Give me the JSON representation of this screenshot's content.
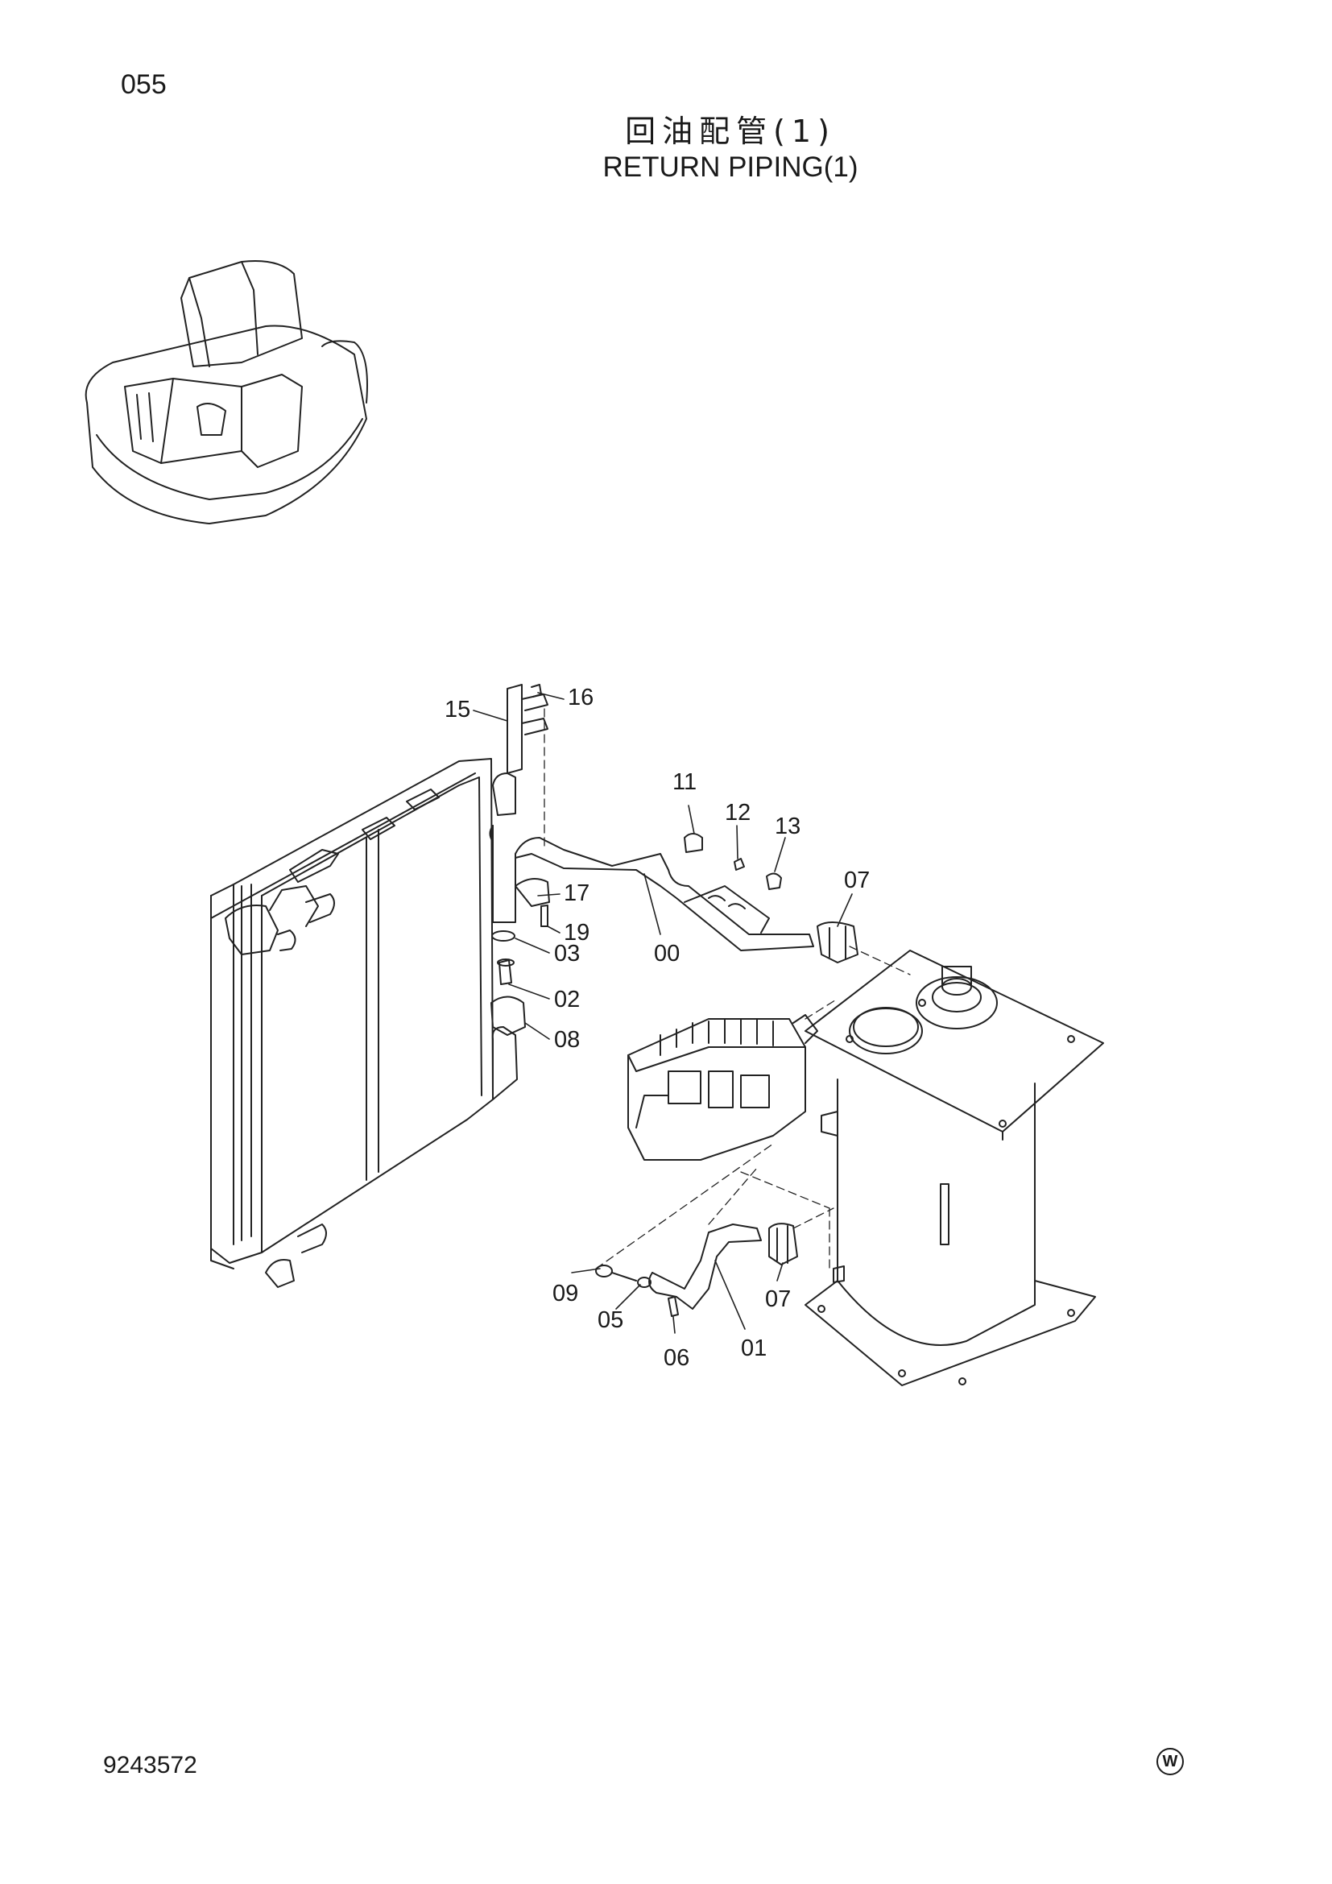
{
  "header": {
    "page_number": "055",
    "title_cn": "回油配管(1)",
    "title_en": "RETURN PIPING(1)"
  },
  "footer": {
    "doc_number": "9243572",
    "mark": "W"
  },
  "callouts": {
    "c15": "15",
    "c16": "16",
    "c11": "11",
    "c12": "12",
    "c13": "13",
    "c07a": "07",
    "c17": "17",
    "c19": "19",
    "c03": "03",
    "c00": "00",
    "c02": "02",
    "c08": "08",
    "c09": "09",
    "c05": "05",
    "c07b": "07",
    "c06": "06",
    "c01": "01"
  }
}
